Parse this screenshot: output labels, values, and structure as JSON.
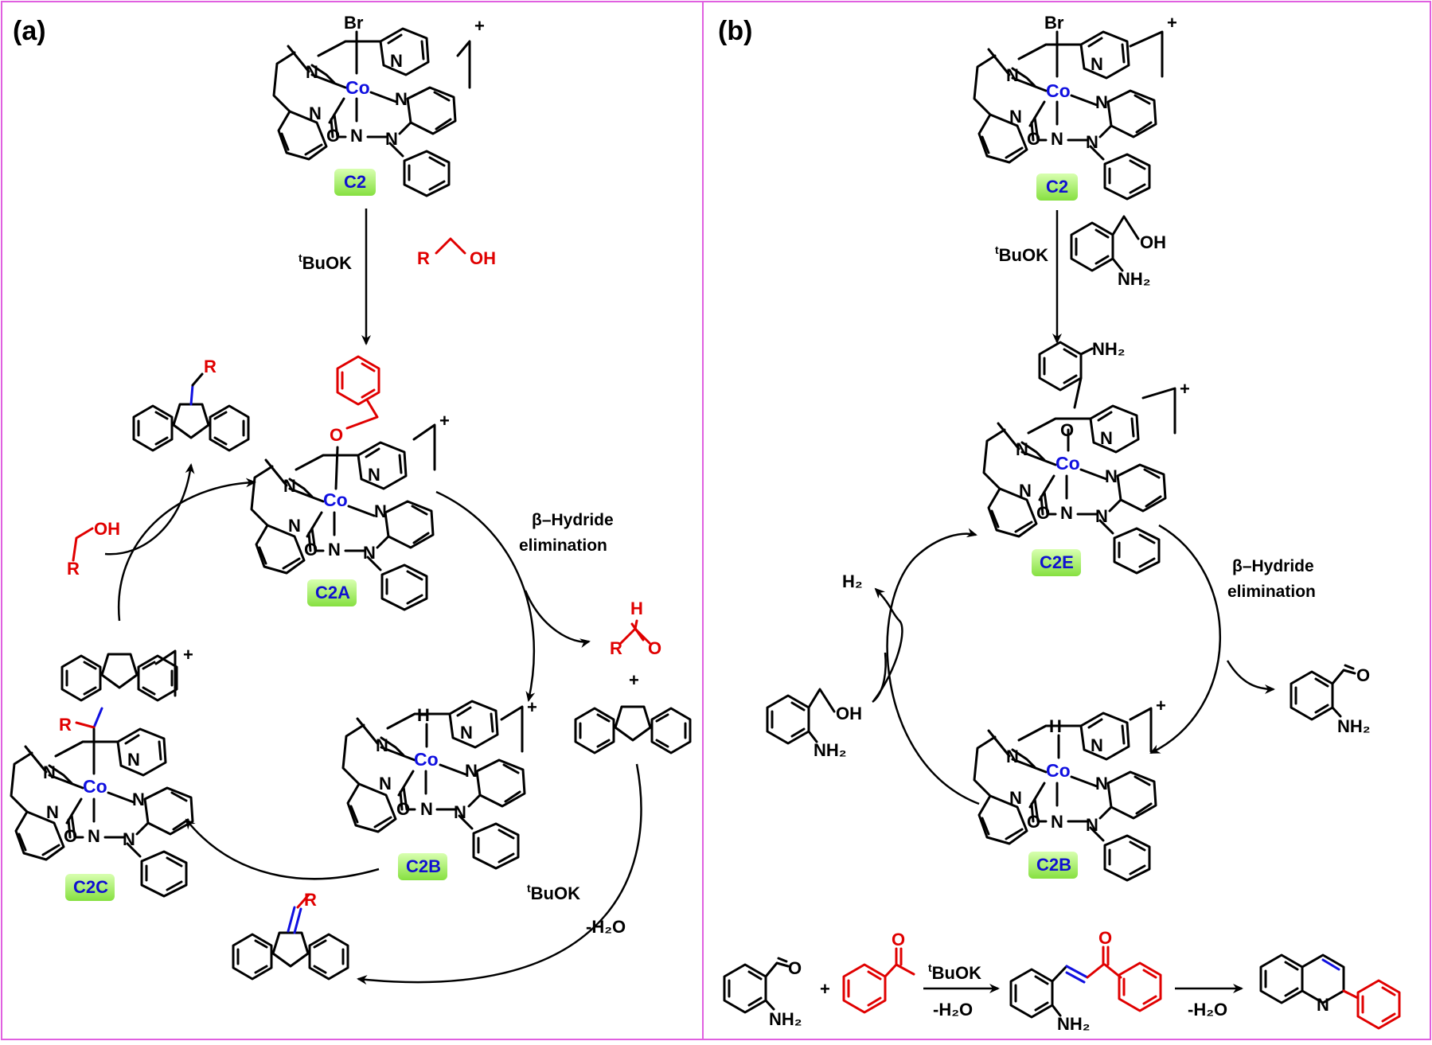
{
  "panels": {
    "a": {
      "label": "(a)"
    },
    "b": {
      "label": "(b)"
    }
  },
  "compounds": {
    "c2": "C2",
    "c2a": "C2A",
    "c2b": "C2B",
    "c2c": "C2C",
    "c2e": "C2E"
  },
  "atoms": {
    "br": "Br",
    "co": "Co",
    "n": "N",
    "o": "O",
    "h": "H",
    "r": "R",
    "oh": "OH",
    "plus": "+"
  },
  "reagents": {
    "tbuok": "tBuOK",
    "tbuok_sup": "t",
    "tbuok_main": "BuOK",
    "water_loss": "-H₂O",
    "h2": "H₂",
    "nh2": "NH₂",
    "plus_sign": "+"
  },
  "steps": {
    "beta_line1": "β–Hydride",
    "beta_line2": "elimination"
  },
  "colors": {
    "cobalt": "#1010e0",
    "substrate": "#e00000",
    "label_bg": "#a8f06a",
    "border": "#e060e0"
  }
}
